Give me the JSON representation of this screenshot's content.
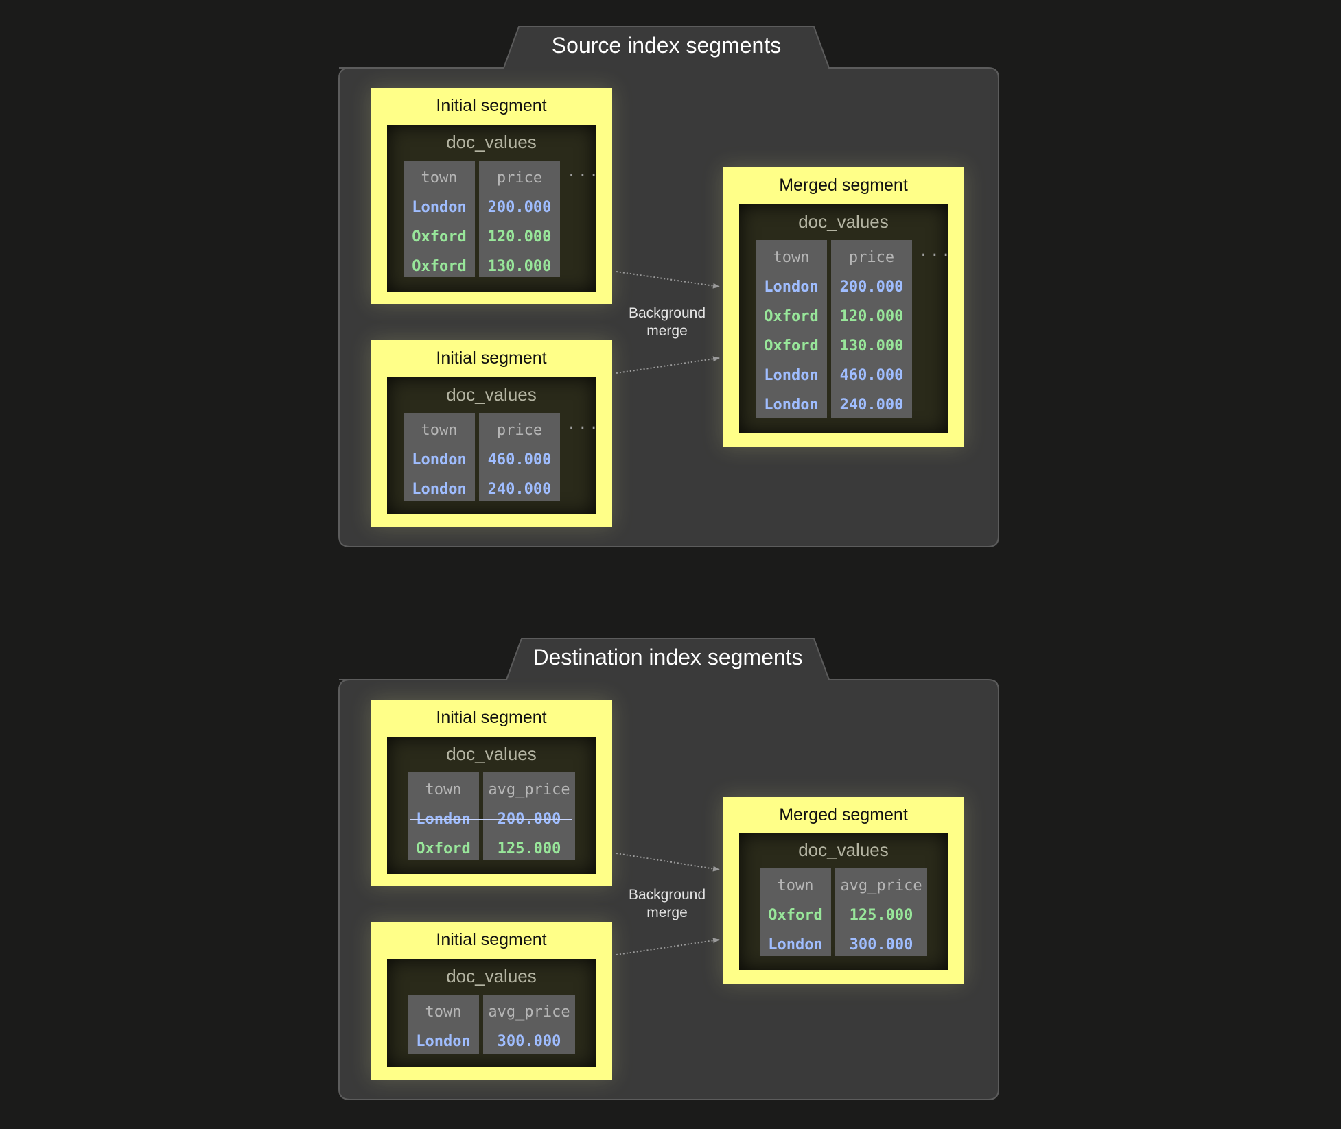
{
  "source": {
    "title": "Source index segments",
    "initial_1": {
      "title": "Initial segment",
      "doc_values": "doc_values",
      "headers": [
        "town",
        "price"
      ],
      "rows": [
        {
          "town": "London",
          "price": "200.000"
        },
        {
          "town": "Oxford",
          "price": "120.000"
        },
        {
          "town": "Oxford",
          "price": "130.000"
        }
      ],
      "more": "..."
    },
    "initial_2": {
      "title": "Initial segment",
      "doc_values": "doc_values",
      "headers": [
        "town",
        "price"
      ],
      "rows": [
        {
          "town": "London",
          "price": "460.000"
        },
        {
          "town": "London",
          "price": "240.000"
        }
      ],
      "more": "..."
    },
    "merge_label": [
      "Background",
      "merge"
    ],
    "merged": {
      "title": "Merged segment",
      "doc_values": "doc_values",
      "headers": [
        "town",
        "price"
      ],
      "rows": [
        {
          "town": "London",
          "price": "200.000"
        },
        {
          "town": "Oxford",
          "price": "120.000"
        },
        {
          "town": "Oxford",
          "price": "130.000"
        },
        {
          "town": "London",
          "price": "460.000"
        },
        {
          "town": "London",
          "price": "240.000"
        }
      ],
      "more": "..."
    }
  },
  "destination": {
    "title": "Destination index segments",
    "initial_1": {
      "title": "Initial segment",
      "doc_values": "doc_values",
      "headers": [
        "town",
        "avg_price"
      ],
      "rows": [
        {
          "town": "London",
          "price": "200.000",
          "deleted": true
        },
        {
          "town": "Oxford",
          "price": "125.000"
        }
      ]
    },
    "initial_2": {
      "title": "Initial segment",
      "doc_values": "doc_values",
      "headers": [
        "town",
        "avg_price"
      ],
      "rows": [
        {
          "town": "London",
          "price": "300.000"
        }
      ]
    },
    "merge_label": [
      "Background",
      "merge"
    ],
    "merged": {
      "title": "Merged segment",
      "doc_values": "doc_values",
      "headers": [
        "town",
        "avg_price"
      ],
      "rows": [
        {
          "town": "Oxford",
          "price": "125.000"
        },
        {
          "town": "London",
          "price": "300.000"
        }
      ]
    }
  },
  "colors": {
    "background": "#1b1b1a",
    "panel": "#3a3a3a",
    "segment": "#ffff88",
    "london": "#9fbdff",
    "oxford": "#98e69a"
  }
}
